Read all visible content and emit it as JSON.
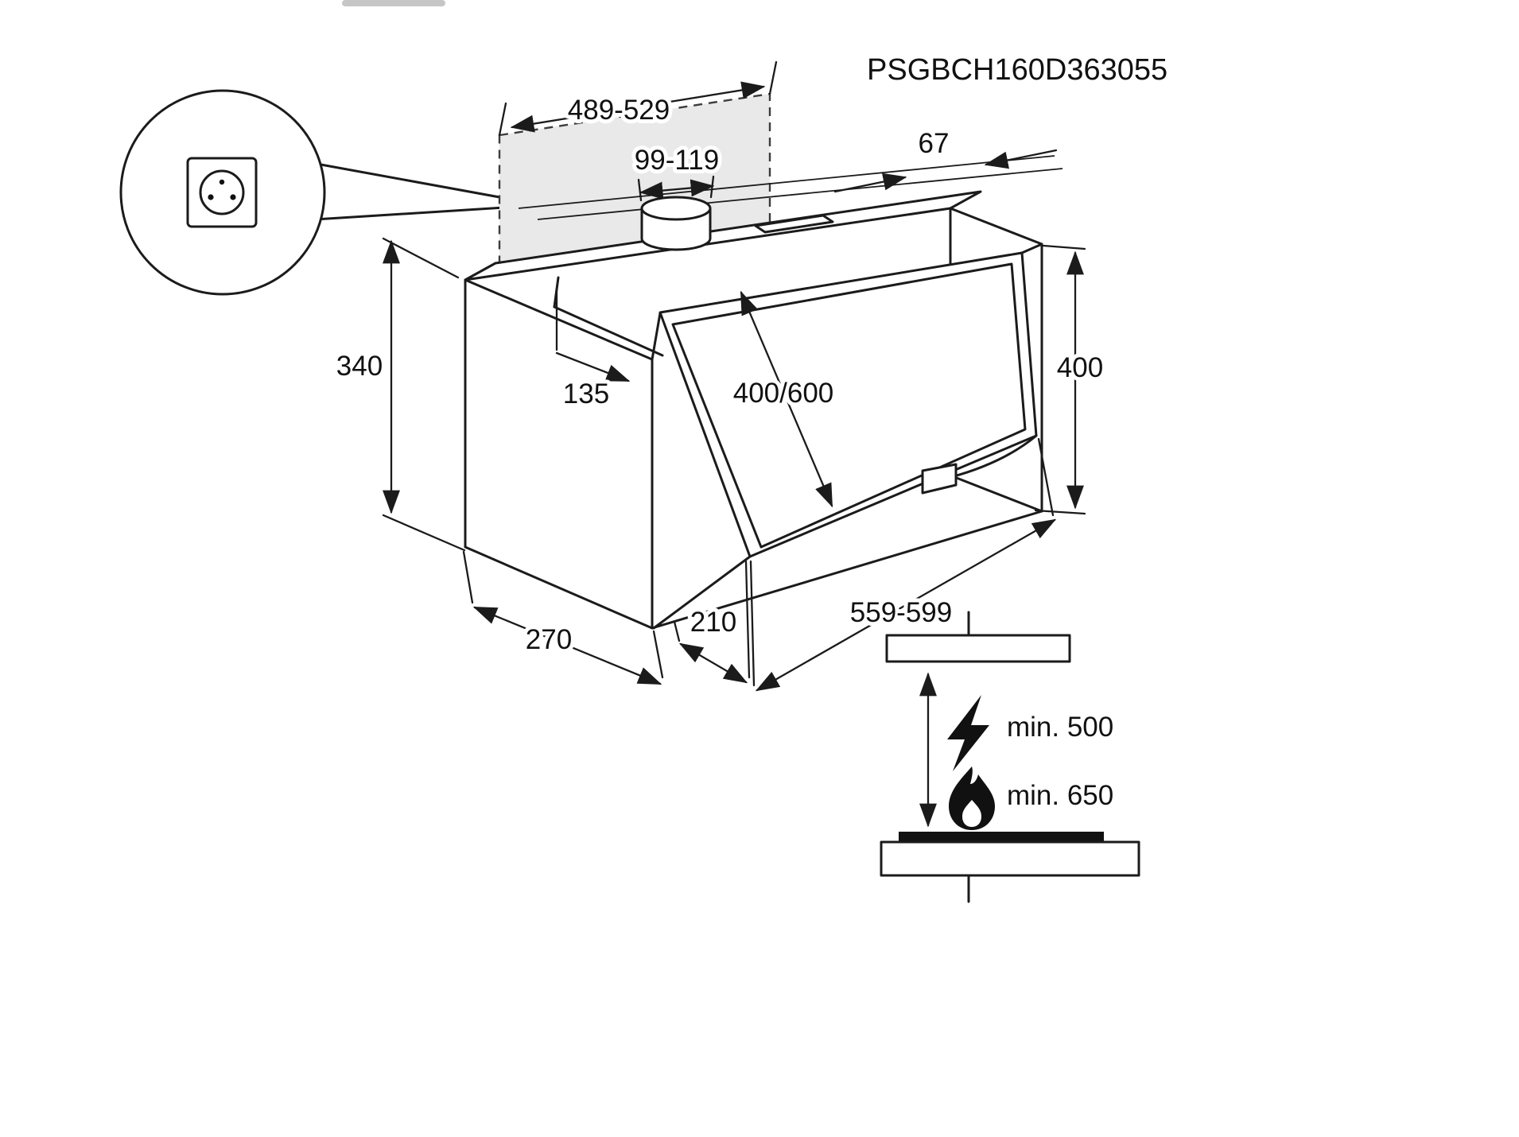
{
  "product_code": "PSGBCH160D363055",
  "dimensions": {
    "cutout_width": "489-529",
    "duct_diameter": "99-119",
    "rear_gap": "67",
    "body_height_left": "340",
    "top_depth": "135",
    "hood_width": "400/600",
    "body_height_right": "400",
    "body_depth": "270",
    "front_depth": "210",
    "overall_width": "559-599"
  },
  "clearance": {
    "electric_min": "min. 500",
    "gas_min": "min. 650"
  },
  "icons": {
    "socket": "power-socket-icon",
    "lightning": "lightning-bolt-icon",
    "flame": "gas-flame-icon"
  },
  "colors": {
    "line": "#1b1b1b",
    "panel_fill": "#e9e9e9",
    "background": "#ffffff"
  }
}
